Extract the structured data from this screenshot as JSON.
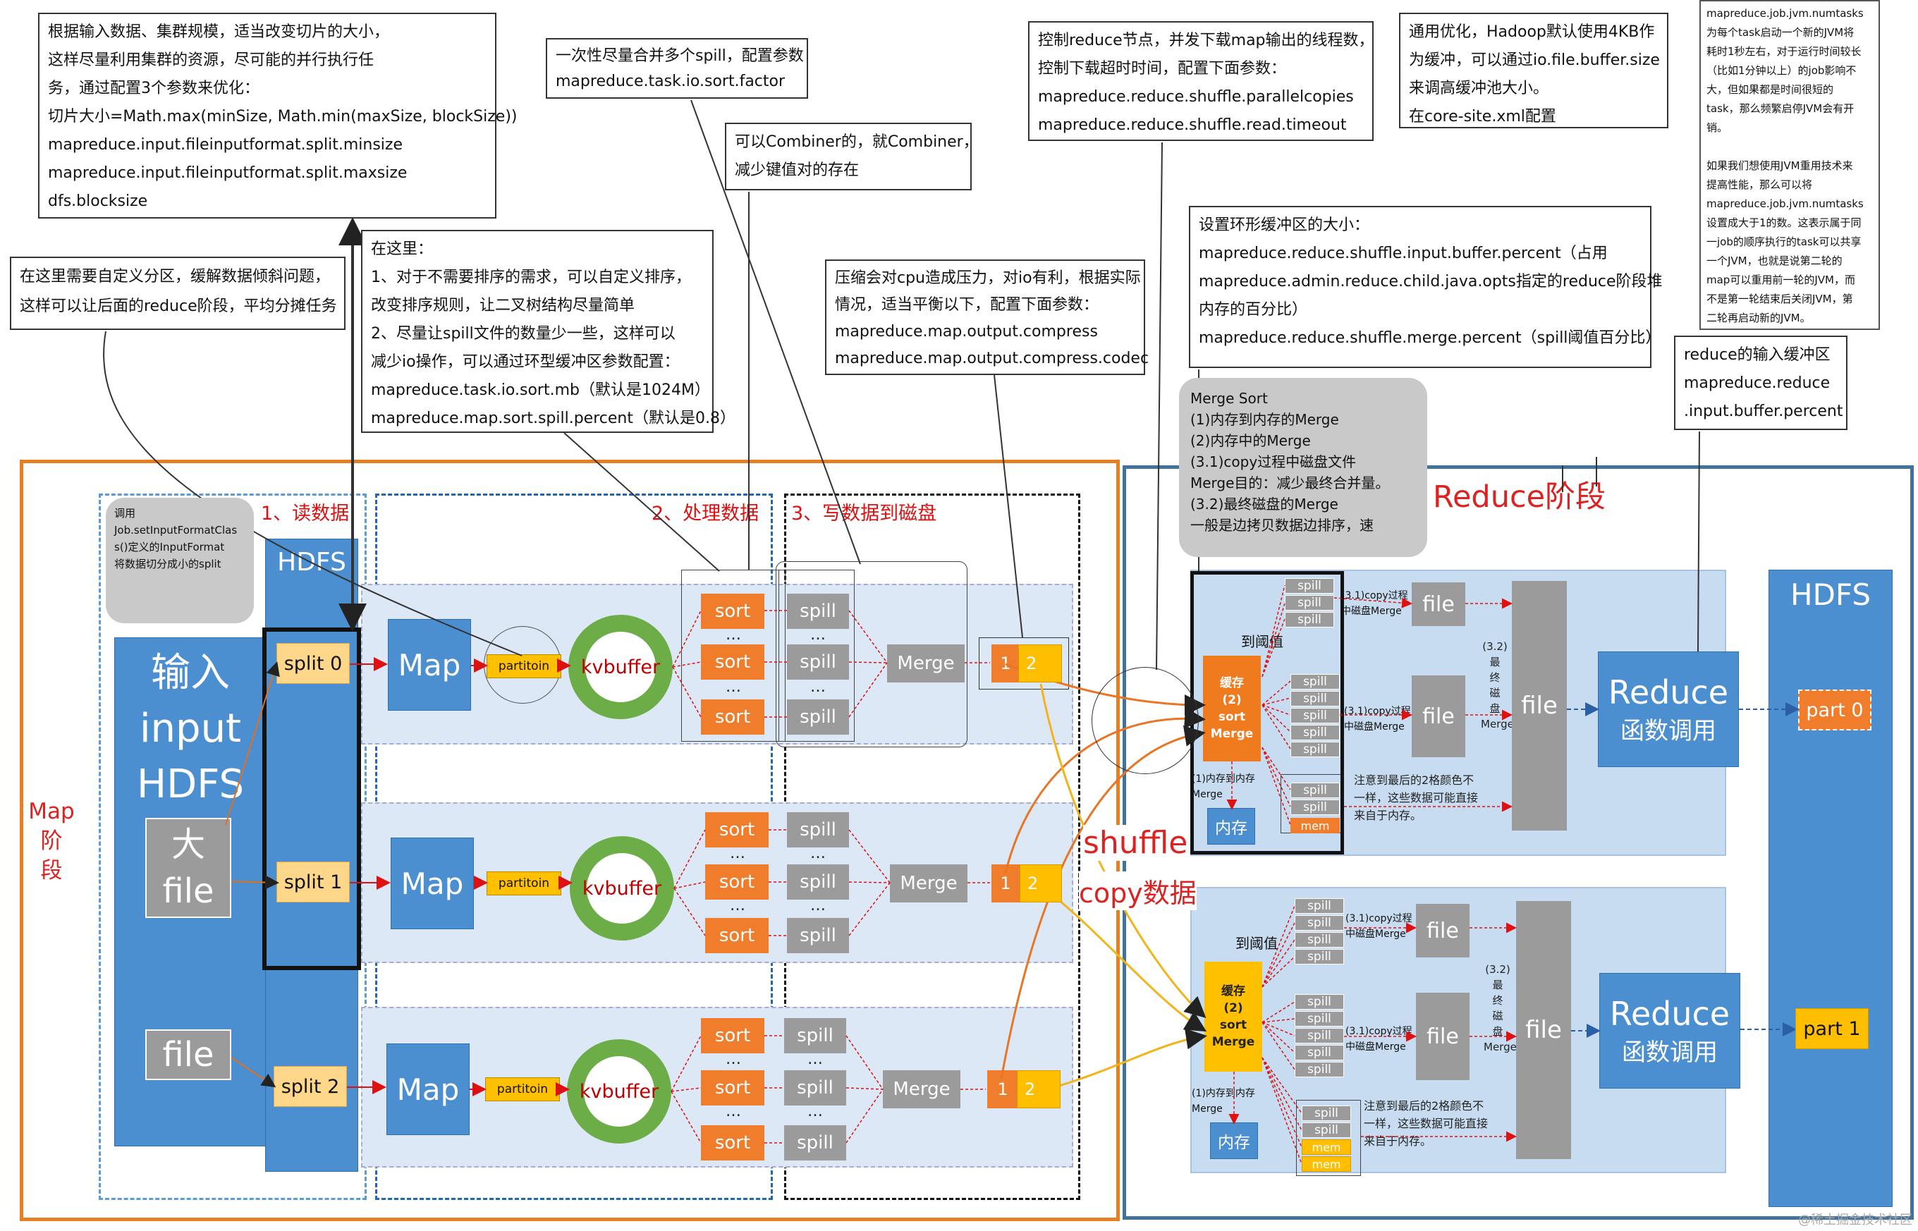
{
  "notes": {
    "split_size": "根据输入数据、集群规模，适当改变切片的大小，\n这样尽量利用集群的资源，尽可能的并行执行任\n务，通过配置3个参数来优化：\n切片大小=Math.max(minSize, Math.min(maxSize, blockSize))\nmapreduce.input.fileinputformat.split.minsize\nmapreduce.input.fileinputformat.split.maxsize\ndfs.blocksize",
    "partition": "在这里需要自定义分区，缓解数据倾斜问题，\n这样可以让后面的reduce阶段，平均分摊任务",
    "sort": "在这里：\n1、对于不需要排序的需求，可以自定义排序，\n改变排序规则，让二叉树结构尽量简单\n2、尽量让spill文件的数量少一些，这样可以\n减少io操作，可以通过环型缓冲区参数配置：\nmapreduce.task.io.sort.mb（默认是1024M）\nmapreduce.map.sort.spill.percent（默认是0.8）",
    "merge_spill": "一次性尽量合并多个spill，配置参数\nmapreduce.task.io.sort.factor",
    "combiner": "可以Combiner的，就Combiner，\n减少键值对的存在",
    "compress": "压缩会对cpu造成压力，对io有利，根据实际\n情况，适当平衡以下，配置下面参数：\nmapreduce.map.output.compress\nmapreduce.map.output.compress.codec",
    "shuffle_threads": "控制reduce节点，并发下载map输出的线程数，\n控制下载超时时间，配置下面参数：\nmapreduce.reduce.shuffle.parallelcopies\nmapreduce.reduce.shuffle.read.timeout",
    "buffer_size": "通用优化，Hadoop默认使用4KB作\n为缓冲，可以通过io.file.buffer.size\n来调高缓冲池大小。\n在core-site.xml配置",
    "jvm_reuse": "mapreduce.job.jvm.numtasks\n为每个task启动一个新的JVM将\n耗时1秒左右，对于运行时间较长\n（比如1分钟以上）的job影响不\n大，但如果都是时间很短的\ntask，那么频繁启停JVM会有开\n销。\n\n如果我们想使用JVM重用技术来\n提高性能，那么可以将\nmapreduce.job.jvm.numtasks\n设置成大于1的数。这表示属于同\n一job的顺序执行的task可以共享\n一个JVM，也就是说第二轮的\nmap可以重用前一轮的JVM，而\n不是第一轮结束后关闭JVM，第\n二轮再启动新的JVM。",
    "ring_buffer": "设置环形缓冲区的大小：\nmapreduce.reduce.shuffle.input.buffer.percent（占用\nmapreduce.admin.reduce.child.java.opts指定的reduce阶段堆\n内存的百分比）\nmapreduce.reduce.shuffle.merge.percent（spill阈值百分比）",
    "reduce_input": "reduce的输入缓冲区\nmapreduce.reduce\n.input.buffer.percent"
  },
  "bubbles": {
    "input_format": "调用\nJob.setInputFormatClas\ns()定义的InputFormat\n将数据切分成小的split",
    "merge_sort": "Merge Sort\n(1)内存到内存的Merge\n(2)内存中的Merge\n(3.1)copy过程中磁盘文件\nMerge目的：减少最终合并量。\n(3.2)最终磁盘的Merge\n一般是边拷贝数据边排序，速"
  },
  "map_phase": {
    "label": "Map\n阶\n段",
    "step1": "1、读数据",
    "step2": "2、处理数据",
    "step3": "3、写数据到磁盘",
    "input_label": "输入\ninput\nHDFS",
    "big_file": "大\nfile",
    "file": "file",
    "hdfs": "HDFS",
    "splits": [
      "split 0",
      "split 1",
      "split 2"
    ],
    "map": "Map",
    "partition": "partitoin",
    "kvbuffer": "kvbuffer",
    "sort": "sort",
    "spill": "spill",
    "merge": "Merge",
    "parts": [
      "1",
      "2"
    ]
  },
  "shuffle": {
    "label": "shuffle",
    "sub": "copy数据"
  },
  "reduce_phase": {
    "label": "Reduce阶段",
    "hdfs": "HDFS",
    "threshold": "到阈值",
    "cache": "缓存\n(2)\nsort\nMerge",
    "spill": "spill",
    "copy_merge": "(3.1)copy过程\n中磁盘Merge",
    "file": "file",
    "final_merge": "(3.2)\n最\n终\n磁\n盘\nMerge",
    "mem_merge": "(1)内存到内存\nMerge",
    "mem": "内存",
    "mem_tag": "mem",
    "note": "注意到最后的2格颜色不\n一样，这些数据可能直接\n来自于内存。",
    "reduce": "Reduce",
    "reduce_sub": "函数调用",
    "parts": [
      "part 0",
      "part 1"
    ]
  },
  "watermark": "@稀土掘金技术社区",
  "colors": {
    "map_border": "#e67e22",
    "reduce_border": "#41719c",
    "blue_fill": "#4b8fd0",
    "orange": "#ef7d2c",
    "gray": "#9b9b9b",
    "green": "#6dad47",
    "red": "#dd1111"
  }
}
